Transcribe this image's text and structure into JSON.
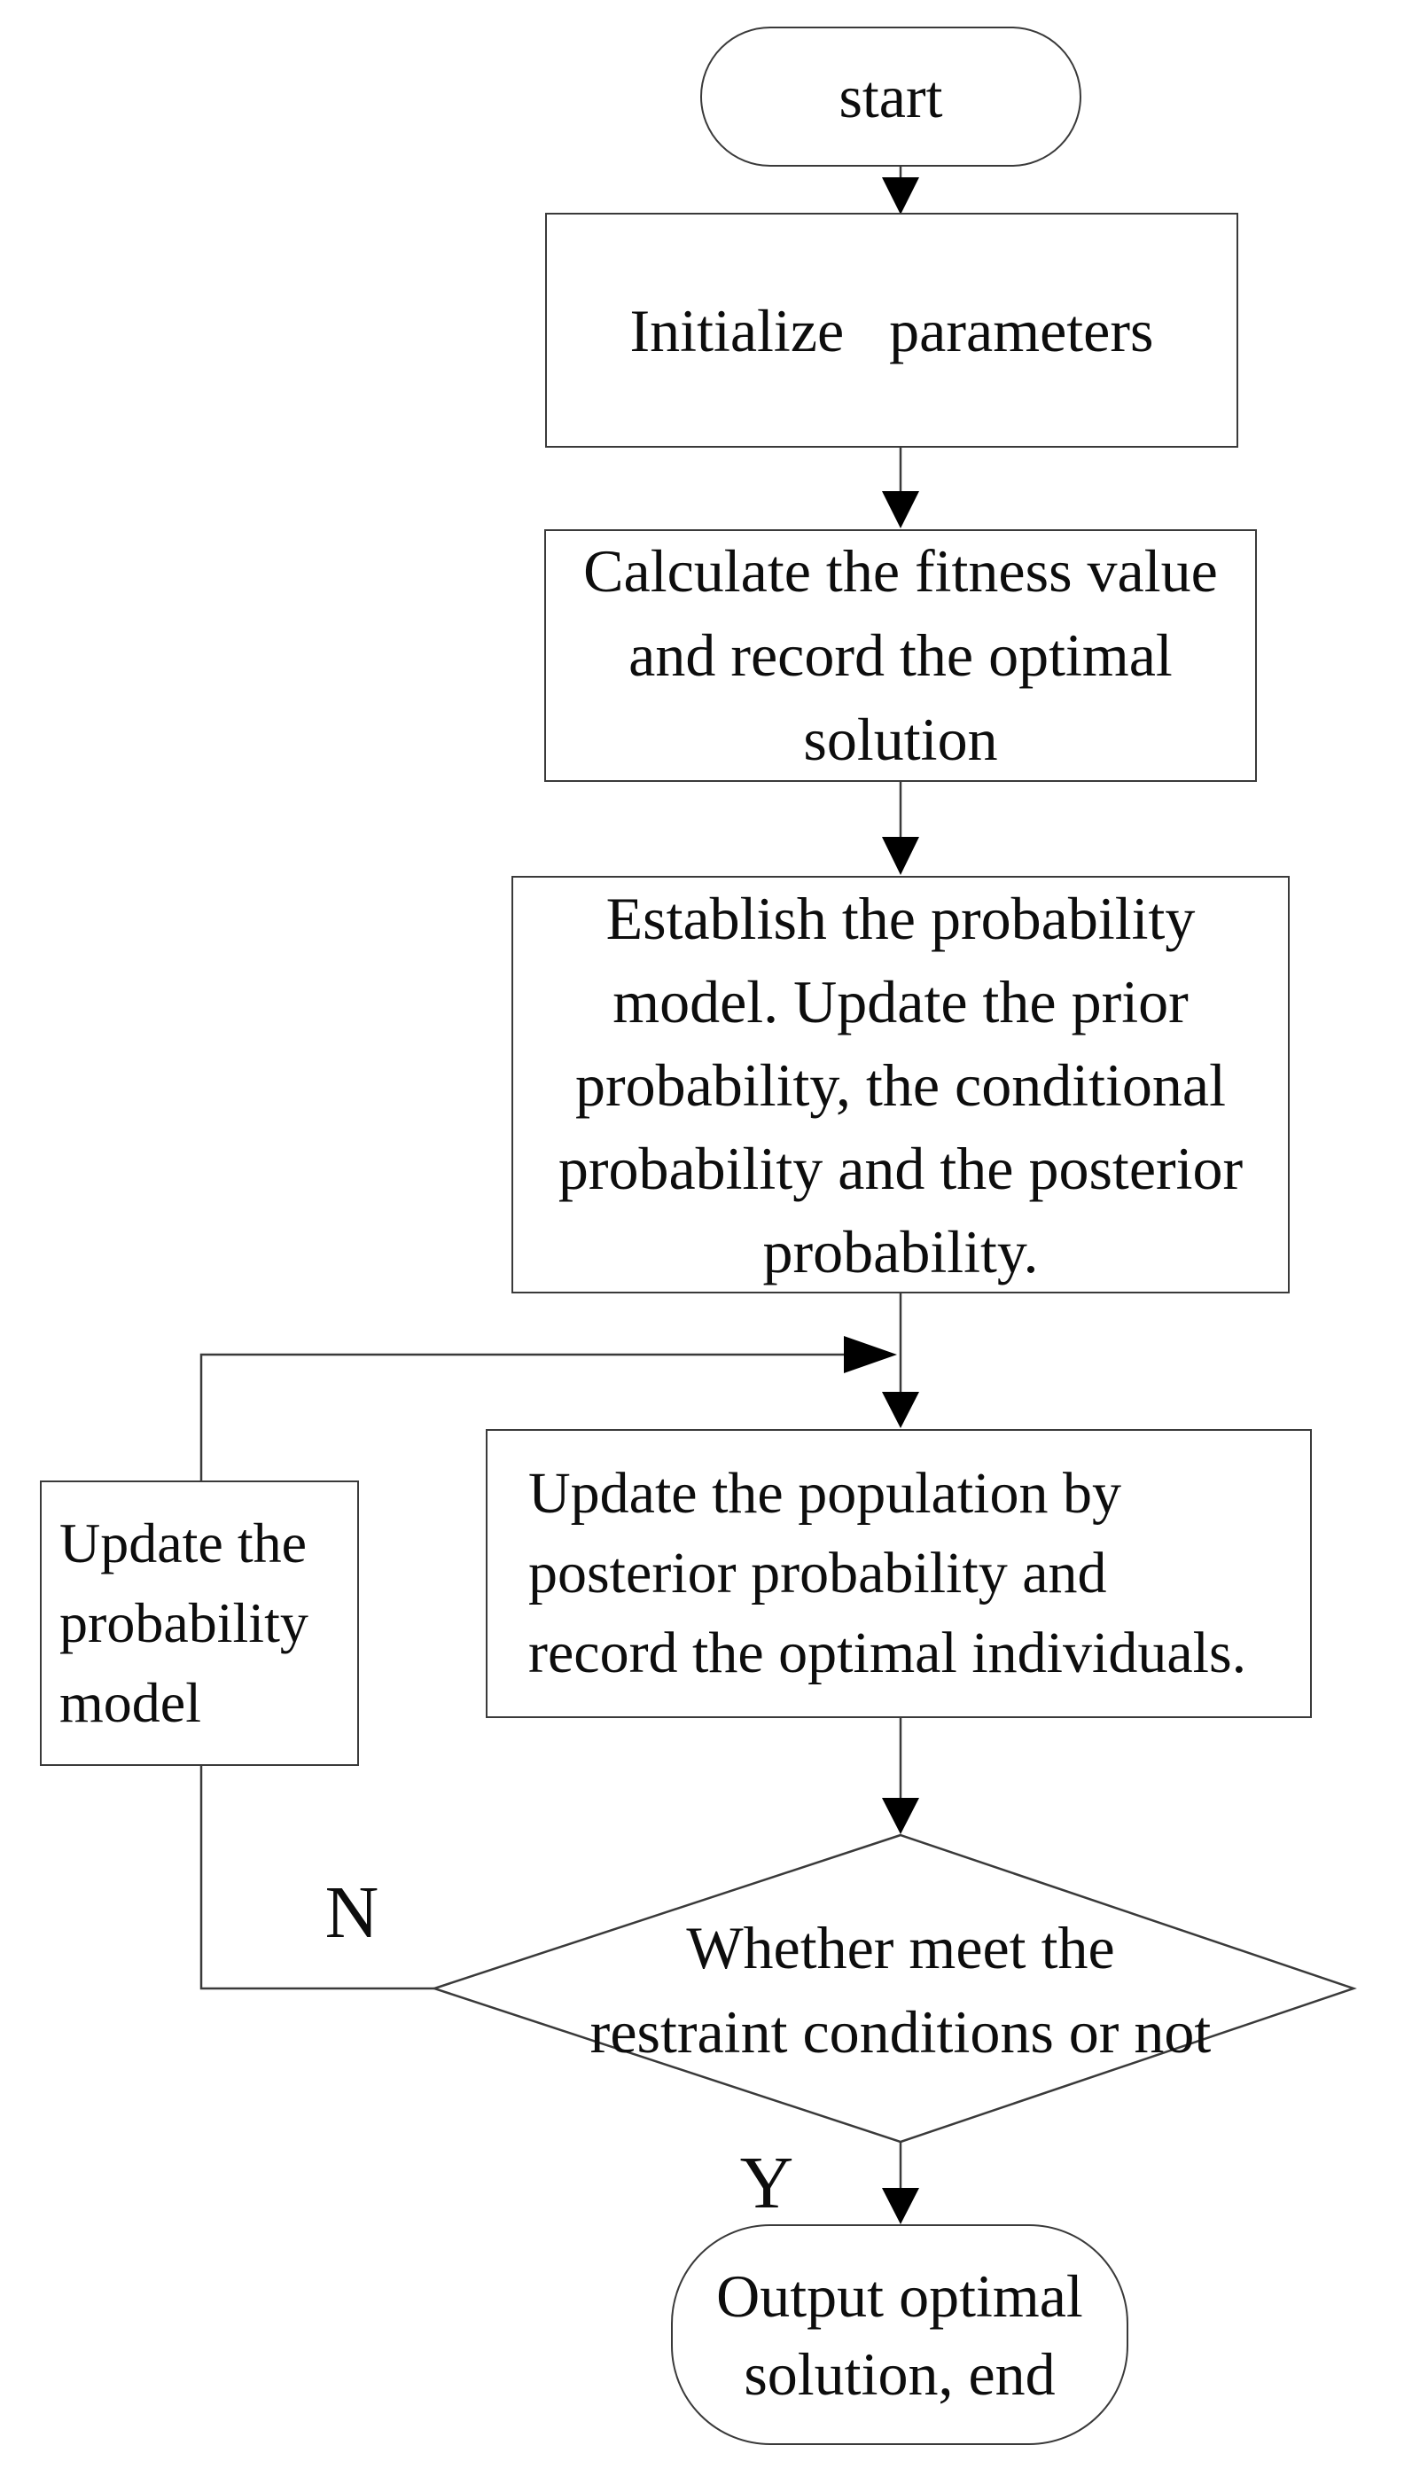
{
  "diagram": {
    "type": "flowchart",
    "nodes": {
      "start": {
        "shape": "terminator",
        "lines": [
          "start"
        ]
      },
      "initialize": {
        "shape": "process",
        "lines": [
          "Initialize   parameters"
        ]
      },
      "fitness": {
        "shape": "process",
        "lines": [
          "Calculate the fitness value",
          "and record the optimal",
          "solution"
        ]
      },
      "establish": {
        "shape": "process",
        "lines": [
          "Establish the probability",
          "model. Update the prior",
          "probability, the conditional",
          "probability and the posterior",
          "probability."
        ]
      },
      "update_population": {
        "shape": "process",
        "lines": [
          "Update the population by",
          "posterior probability and",
          "record the optimal individuals."
        ]
      },
      "update_model": {
        "shape": "process",
        "lines": [
          "Update the",
          "probability",
          "model"
        ]
      },
      "decision": {
        "shape": "decision",
        "lines": [
          "Whether meet the",
          "restraint conditions or not"
        ]
      },
      "output_end": {
        "shape": "terminator",
        "lines": [
          "Output optimal",
          "solution, end"
        ]
      }
    },
    "branch_labels": {
      "no": "N",
      "yes": "Y"
    },
    "colors": {
      "background": "#ffffff",
      "line": "#3a3a3a",
      "arrowhead": "#000000",
      "text": "#0d0d0d"
    }
  }
}
